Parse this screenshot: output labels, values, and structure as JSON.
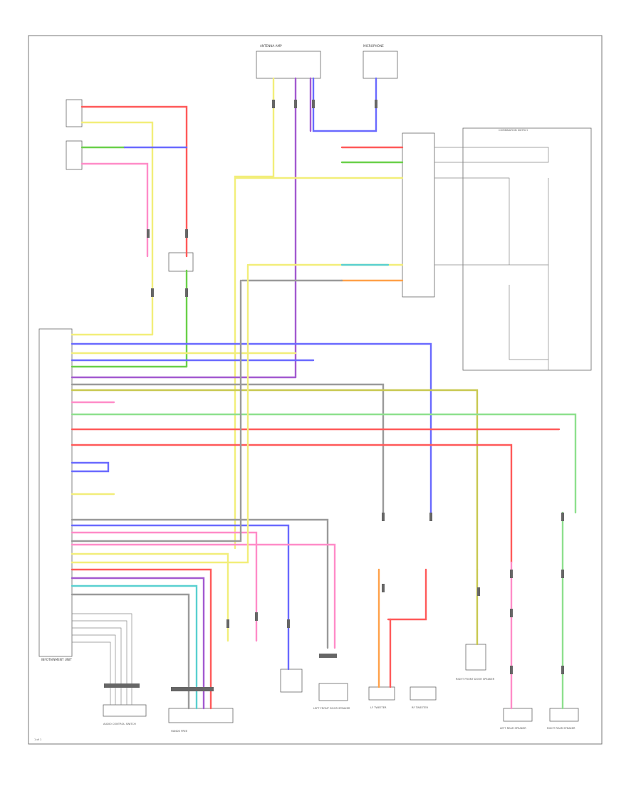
{
  "diagram": {
    "labels": {
      "gateway_unit": "INFOTAINMENT UNIT",
      "antenna_amp": "ANTENNA AMP",
      "mic_unit": "MICROPHONE",
      "audio_control": "AUDIO CONTROL SWITCH",
      "lf_tweeter": "LF TWEETER",
      "rf_tweeter": "RF TWEETER",
      "lf_door_spk": "LEFT FRONT DOOR SPEAKER",
      "rf_door_spk": "RIGHT FRONT DOOR SPEAKER",
      "lr_spk": "LEFT REAR SPEAKER",
      "rr_spk": "RIGHT REAR SPEAKER",
      "combo_switch": "COMBINATION SWITCH",
      "hands_free": "HANDS FREE",
      "page_num": "1 of 1"
    },
    "colors": {
      "red": "#ff5a5a",
      "pink": "#ff8cc8",
      "green": "#6ad04a",
      "blue": "#6a6aff",
      "yellow": "#f2ee7a",
      "violet": "#a35ad0",
      "grey": "#9a9a9a",
      "cyan": "#5ad0d0",
      "orange": "#ffa14a",
      "olive": "#c8c850",
      "lightgreen": "#8ee08e"
    }
  }
}
